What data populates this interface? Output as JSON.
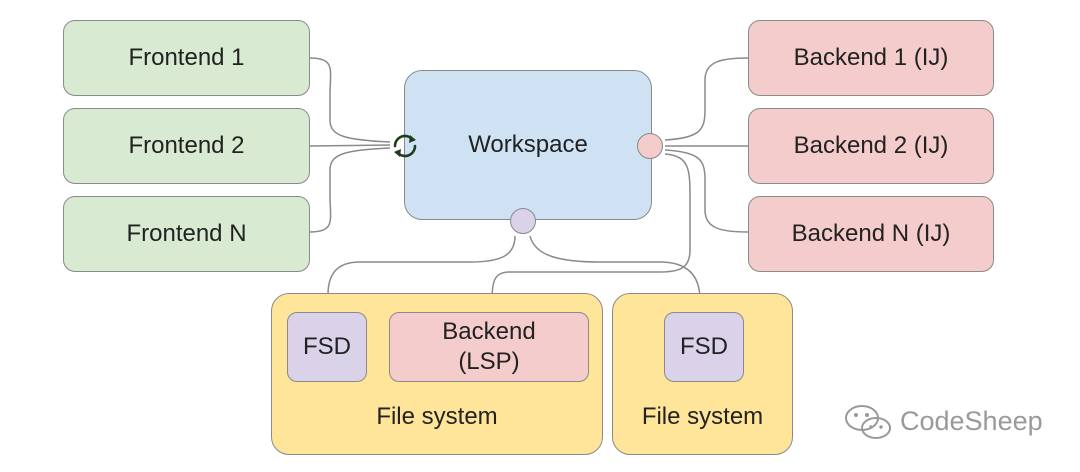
{
  "frontends": [
    "Frontend 1",
    "Frontend 2",
    "Frontend N"
  ],
  "workspace": {
    "label": "Workspace",
    "sync_icon": "sync-icon"
  },
  "backends": [
    "Backend 1 (IJ)",
    "Backend 2 (IJ)",
    "Backend N (IJ)"
  ],
  "filesystems": [
    {
      "label": "File system",
      "fsd": "FSD",
      "backend": "Backend\n(LSP)"
    },
    {
      "label": "File system",
      "fsd": "FSD"
    }
  ],
  "watermark": {
    "text": "CodeSheep",
    "icon": "wechat-icon"
  },
  "colors": {
    "frontend": "#d9ead3",
    "backend": "#f4cccc",
    "workspace": "#cfe2f3",
    "filesystem": "#ffe599",
    "fsd": "#d9d2e9"
  }
}
